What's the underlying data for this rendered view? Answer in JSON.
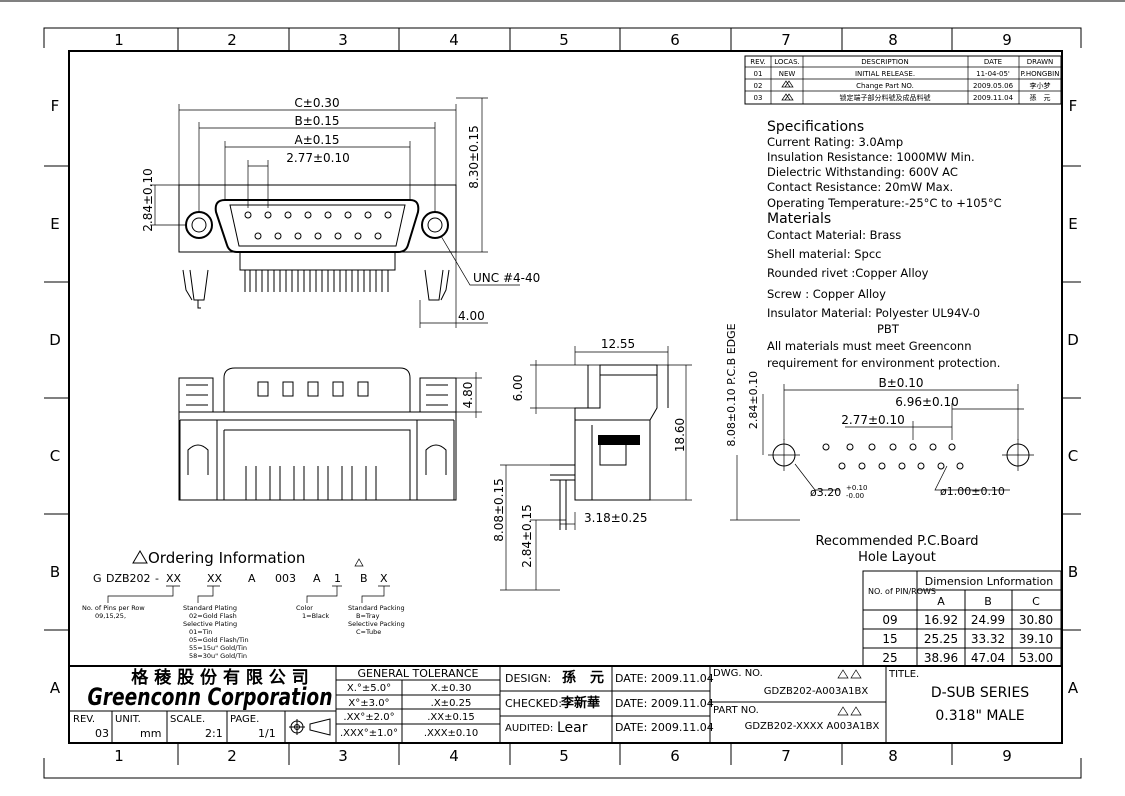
{
  "grid": {
    "cols": [
      "1",
      "2",
      "3",
      "4",
      "5",
      "6",
      "7",
      "8",
      "9"
    ],
    "rows": [
      "F",
      "E",
      "D",
      "C",
      "B",
      "A"
    ]
  },
  "revisions": {
    "headers": [
      "REV.",
      "LOCAS.",
      "DESCRIPTION",
      "DATE",
      "DRAWN"
    ],
    "rows": [
      [
        "01",
        "NEW",
        "INITIAL RELEASE.",
        "11-04-05'",
        "P.HONGBIN"
      ],
      [
        "02",
        "",
        "Change Part NO.",
        "2009.05.06",
        "李小梦"
      ],
      [
        "03",
        "",
        "锁定端子部分料號及成品料號",
        "2009.11.04",
        "孫　元"
      ]
    ]
  },
  "specs": {
    "title": "Specifications",
    "lines": [
      "Current Rating: 3.0Amp",
      "Insulation Resistance: 1000MW Min.",
      "Dielectric Withstanding: 600V AC",
      "Contact Resistance: 20mW Max.",
      "Operating Temperature:-25°C to +105°C"
    ],
    "materials_title": "Materials",
    "materials": [
      "Contact Material: Brass",
      "Shell material: Spcc",
      "Rounded rivet :Copper Alloy",
      "Screw : Copper Alloy",
      "Insulator Material: Polyester UL94V-0",
      "PBT",
      "All materials must meet Greenconn",
      "requirement for environment protection."
    ]
  },
  "dims": {
    "c": "C±0.30",
    "b": "B±0.15",
    "a": "A±0.15",
    "pitch": "2.77±0.10",
    "h284": "2.84±0.10",
    "h830": "8.30±0.15",
    "unc": "UNC #4-40",
    "d400": "4.00",
    "d480": "4.80",
    "d1255": "12.55",
    "d600": "6.00",
    "d1860": "18.60",
    "d808": "8.08±0.15",
    "d284b": "2.84±0.15",
    "d318": "3.18±0.25",
    "pcb_edge": "8.08±0.10 P.C.B EDGE",
    "pcb_284": "2.84±0.10",
    "pcb_b": "B±0.10",
    "pcb_696": "6.96±0.10",
    "pcb_277": "2.77±0.10",
    "hole_big": "ø3.20",
    "hole_big_tol_top": "+0.10",
    "hole_big_tol_bot": "-0.00",
    "hole_small": "ø1.00±0.10",
    "pcb_caption1": "Recommended P.C.Board",
    "pcb_caption2": "Hole Layout"
  },
  "dim_table": {
    "pin_header": "NO. of PIN/ROWS",
    "group_header": "Dimension Lnformation",
    "cols": [
      "A",
      "B",
      "C"
    ],
    "rows": [
      [
        "09",
        "16.92",
        "24.99",
        "30.80"
      ],
      [
        "15",
        "25.25",
        "33.32",
        "39.10"
      ],
      [
        "25",
        "38.96",
        "47.04",
        "53.00"
      ]
    ]
  },
  "ordering": {
    "title": "Ordering Information",
    "code": [
      "G",
      "DZB202",
      "-",
      "XX",
      "XX",
      "A",
      "003",
      "A",
      "1",
      "B",
      "X"
    ],
    "notes": {
      "pins": [
        "No. of Pins per Row",
        "09,15,25,"
      ],
      "plating": [
        "Standard Plating",
        "02=Gold Flash",
        "Selective Plating",
        "01=Tin",
        "05=Gold Flash/Tin",
        "55=15u\" Gold/Tin",
        "58=30u\" Gold/Tin"
      ],
      "color": [
        "Color",
        "1=Black"
      ],
      "packing": [
        "Standard Packing",
        "B=Tray",
        "Selective Packing",
        "C=Tube"
      ]
    }
  },
  "titleblock": {
    "company_cn": "格 稜 股 份 有 限 公 司",
    "company_en": "Greenconn Corporation",
    "tol_header": "GENERAL  TOLERANCE",
    "tol": [
      [
        "X.°±5.0°",
        "X.±0.30"
      ],
      [
        "X°±3.0°",
        ".X±0.25"
      ],
      [
        ".XX°±2.0°",
        ".XX±0.15"
      ],
      [
        ".XXX°±1.0°",
        ".XXX±0.10"
      ]
    ],
    "rev_label": "REV.",
    "rev": "03",
    "unit_label": "UNIT.",
    "unit": "mm",
    "scale_label": "SCALE.",
    "scale": "2:1",
    "page_label": "PAGE.",
    "page": "1/1",
    "design": "DESIGN:",
    "design_name": "孫　元",
    "checked": "CHECKED:",
    "checked_name": "李新華",
    "audited": "AUDITED:",
    "audited_name": "Lear",
    "date1": "DATE: 2009.11.04",
    "date2": "DATE: 2009.11.04",
    "date3": "DATE: 2009.11.04",
    "dwg_label": "DWG. NO.",
    "dwg_no": "GDZB202-A003A1BX",
    "part_label": "PART NO.",
    "part_no": "GDZB202-XXXX A003A1BX",
    "title_label": "TITLE.",
    "title1": "D-SUB SERIES",
    "title2": "0.318\" MALE"
  }
}
